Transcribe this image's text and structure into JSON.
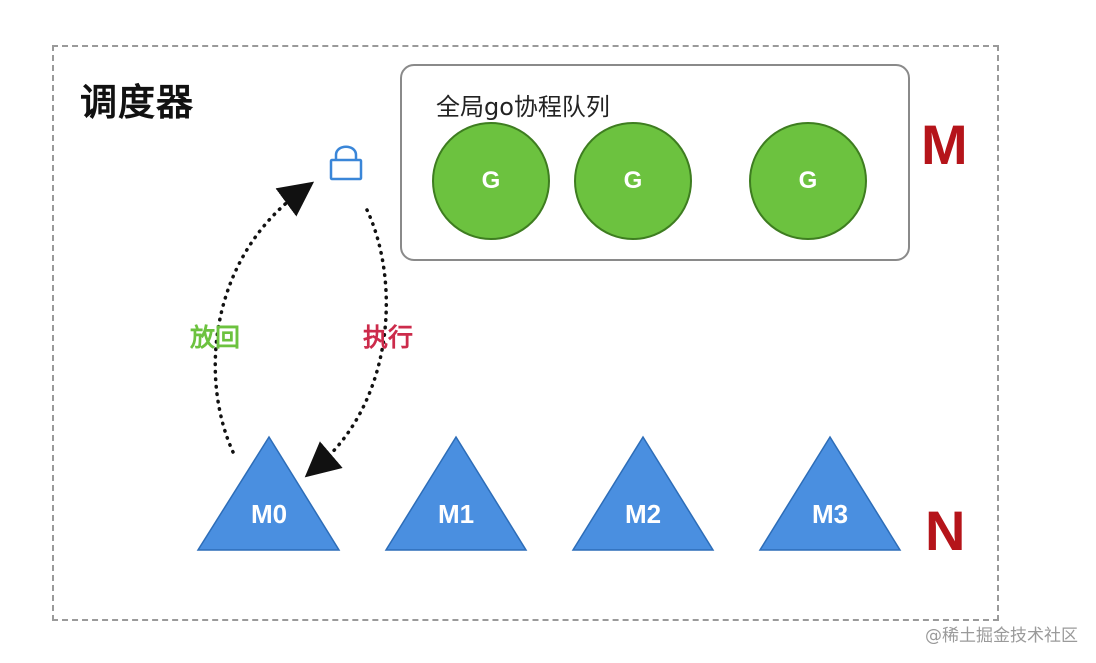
{
  "title": "调度器",
  "global_queue": {
    "label": "全局go协程队列",
    "goroutines": [
      "G",
      "G",
      "G"
    ]
  },
  "labels": {
    "m": "M",
    "n": "N"
  },
  "arrows": {
    "return_label": "放回",
    "execute_label": "执行",
    "return_color": "#6cc23f",
    "execute_color": "#cc2b4b"
  },
  "threads": [
    "M0",
    "M1",
    "M2",
    "M3"
  ],
  "colors": {
    "goroutine": "#6cc23f",
    "thread": "#4a8fe0",
    "letter": "#b5141a",
    "lock": "#3a86d8"
  },
  "lock_icon": "lock-icon",
  "watermark": "@稀土掘金技术社区"
}
